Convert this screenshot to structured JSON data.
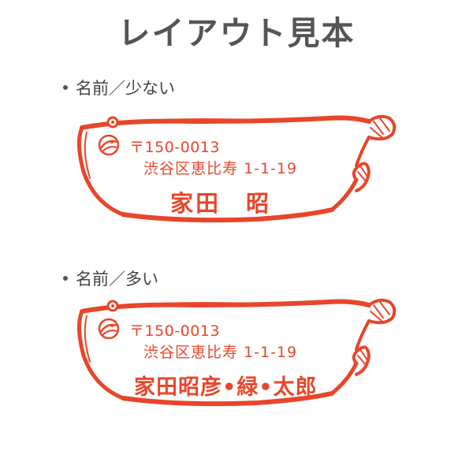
{
  "page": {
    "title": "レイアウト見本"
  },
  "sections": [
    {
      "label": "名前／少ない",
      "stamp": {
        "postal": "〒150-0013",
        "address": "渋谷区恵比寿 1-1-19",
        "name": "家田　昭"
      }
    },
    {
      "label": "名前／多い",
      "stamp": {
        "postal": "〒150-0013",
        "address": "渋谷区恵比寿 1-1-19",
        "name": "家田昭彦•緑•太郎"
      }
    }
  ],
  "colors": {
    "stamp_ink": "#e8462a",
    "title_text": "#555555",
    "label_text": "#444444",
    "background": "#ffffff"
  },
  "icons": {
    "stamp_shape": "fish-outline",
    "stamp_mark": "fish-eye-logo-icon"
  }
}
